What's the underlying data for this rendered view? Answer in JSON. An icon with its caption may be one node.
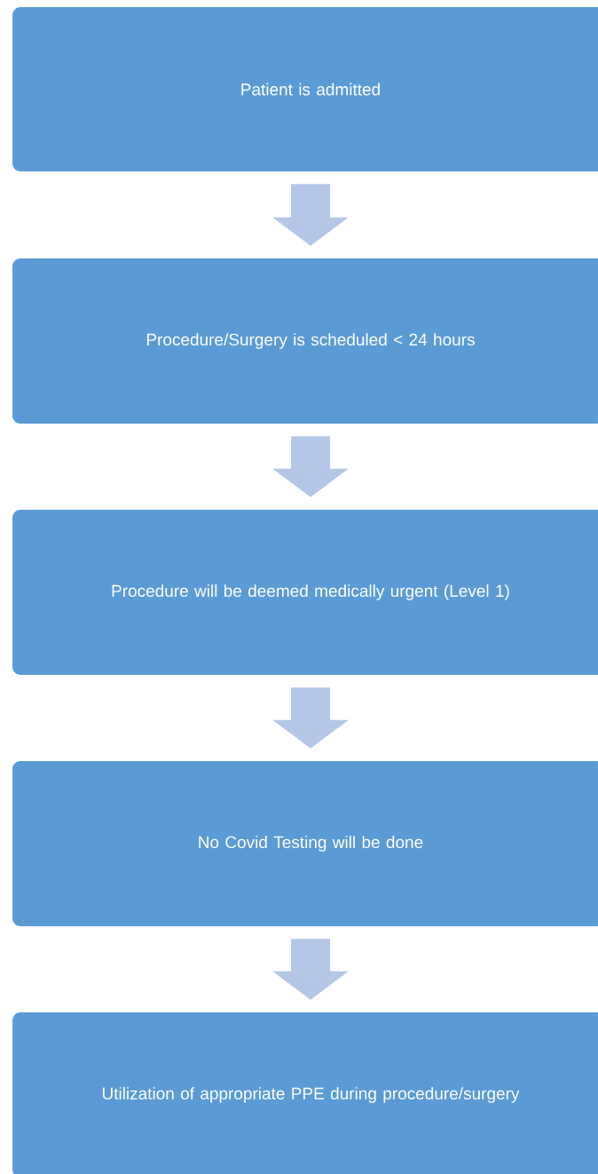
{
  "diagram": {
    "nodes": [
      {
        "text": [
          "Patient is admitted"
        ]
      },
      {
        "text": [
          "Procedure/Surgery is scheduled < 24 hours"
        ]
      },
      {
        "text": [
          "Procedure will be deemed medically urgent (Level 1)"
        ]
      },
      {
        "text": [
          "No Covid Testing will be done"
        ]
      },
      {
        "text": [
          "Utilization of appropriate PPE during procedure/surgery"
        ]
      }
    ],
    "edges": [
      {
        "from": 0,
        "to": 1,
        "arrow": "to"
      },
      {
        "from": 1,
        "to": 2,
        "arrow": "to"
      },
      {
        "from": 2,
        "to": 3,
        "arrow": "to"
      },
      {
        "from": 3,
        "to": 4,
        "arrow": "to"
      }
    ]
  }
}
